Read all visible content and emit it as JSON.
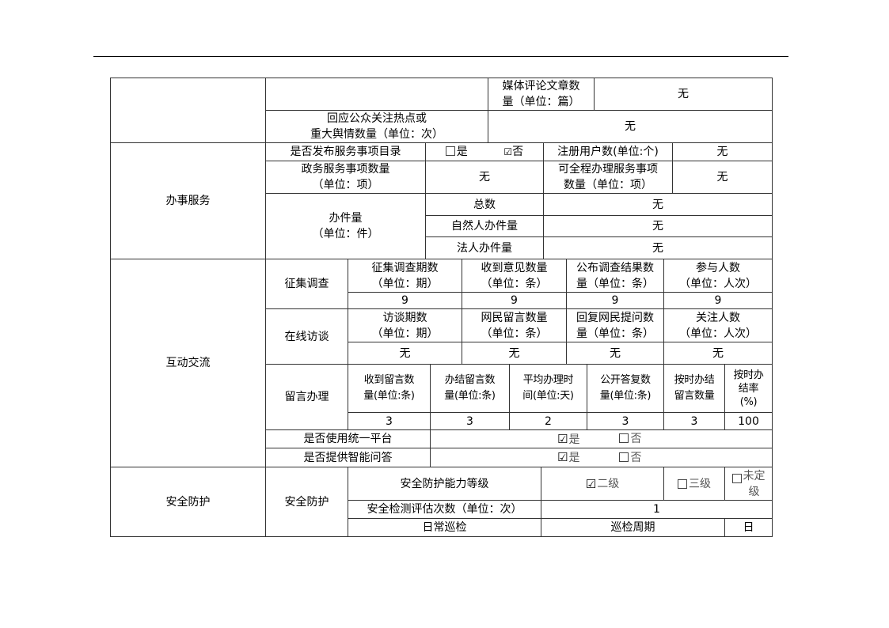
{
  "row_media": {
    "label": "媒体评论文章数\n量（单位：篇）",
    "value": "无"
  },
  "row_hot": {
    "label": "回应公众关注热点或\n重大舆情数量（单位：次）",
    "value": "无"
  },
  "service": {
    "section": "办事服务",
    "catalog_label": "是否发布服务事项目录",
    "catalog_yes": "是",
    "catalog_no": "否",
    "users_label": "注册用户数(单位:个)",
    "users_value": "无",
    "items_label": "政务服务事项数量\n（单位：项）",
    "items_value": "无",
    "full_label": "可全程办理服务事项\n数量（单位：项）",
    "full_value": "无",
    "cases_label": "办件量\n（单位：件）",
    "cases": [
      {
        "label": "总数",
        "value": "无"
      },
      {
        "label": "自然人办件量",
        "value": "无"
      },
      {
        "label": "法人办件量",
        "value": "无"
      }
    ]
  },
  "interaction": {
    "section": "互动交流",
    "survey": {
      "label": "征集调查",
      "headers": [
        "征集调查期数\n（单位：期）",
        "收到意见数量\n（单位：条）",
        "公布调查结果数\n量（单位：条）",
        "参与人数\n（单位：人次）"
      ],
      "values": [
        "9",
        "9",
        "9",
        "9"
      ]
    },
    "interview": {
      "label": "在线访谈",
      "headers": [
        "访谈期数\n（单位：期）",
        "网民留言数量\n（单位：条）",
        "回复网民提问数\n量（单位：条）",
        "关注人数\n（单位：人次）"
      ],
      "values": [
        "无",
        "无",
        "无",
        "无"
      ]
    },
    "messages": {
      "label": "留言办理",
      "headers": [
        "收到留言数\n量(单位:条)",
        "办结留言数\n量(单位:条)",
        "平均办理时\n间(单位:天)",
        "公开答复数\n量(单位:条)",
        "按时办结\n留言数量",
        "按时办\n结率\n(%)"
      ],
      "values": [
        "3",
        "3",
        "2",
        "3",
        "3",
        "100"
      ]
    },
    "platform": {
      "label": "是否使用统一平台",
      "yes": "是",
      "no": "否"
    },
    "qa": {
      "label": "是否提供智能问答",
      "yes": "是",
      "no": "否"
    }
  },
  "security": {
    "section": "安全防护",
    "sub": "安全防护",
    "level_label": "安全防护能力等级",
    "level_2": "二级",
    "level_3": "三级",
    "level_none": "未定\n级",
    "tests_label": "安全检测评估次数（单位：次）",
    "tests_value": "1",
    "patrol_label": "日常巡检",
    "cycle_label": "巡检周期",
    "cycle_value": "日"
  }
}
